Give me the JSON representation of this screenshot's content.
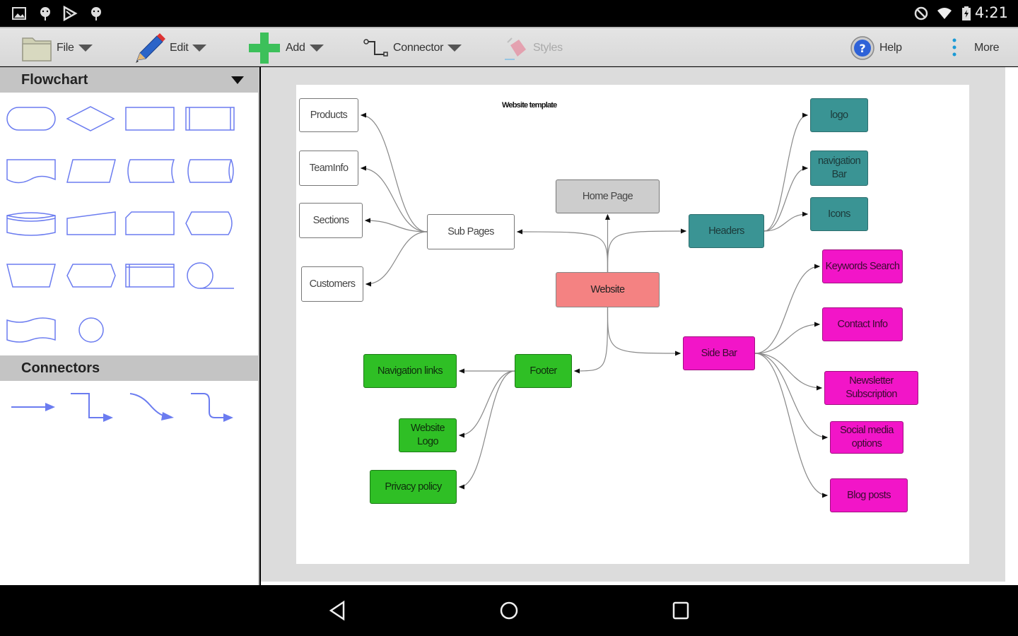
{
  "status_bar": {
    "left_icons": [
      "gallery-icon",
      "android-debug-icon",
      "play-store-icon",
      "android-debug-icon"
    ],
    "right_icons": [
      "do-not-disturb-icon",
      "wifi-icon",
      "battery-icon"
    ],
    "time": "4:21"
  },
  "toolbar": {
    "file": "File",
    "edit": "Edit",
    "add": "Add",
    "connector": "Connector",
    "styles": "Styles",
    "help": "Help",
    "more": "More"
  },
  "palette": {
    "flowchart_title": "Flowchart",
    "flowchart_shapes": [
      "terminator",
      "decision",
      "process",
      "predefined-process",
      "document",
      "data",
      "stored-data",
      "direct-access-storage",
      "disk",
      "manual-input",
      "card",
      "display",
      "manual-operation",
      "preparation",
      "internal-storage",
      "sequential-data",
      "punched-tape",
      "connector"
    ],
    "connectors_title": "Connectors",
    "connectors": [
      "straight-connector",
      "elbow-connector",
      "curved-connector",
      "rounded-elbow-connector"
    ]
  },
  "diagram": {
    "title": "Website template",
    "nodes": [
      {
        "id": "products",
        "label": "Products",
        "style": "white"
      },
      {
        "id": "teaminfo",
        "label": "TeamInfo",
        "style": "white"
      },
      {
        "id": "sections",
        "label": "Sections",
        "style": "white"
      },
      {
        "id": "customers",
        "label": "Customers",
        "style": "white"
      },
      {
        "id": "subpages",
        "label": "Sub Pages",
        "style": "white"
      },
      {
        "id": "homepage",
        "label": "Home Page",
        "style": "grey"
      },
      {
        "id": "website",
        "label": "Website",
        "style": "red"
      },
      {
        "id": "headers",
        "label": "Headers",
        "style": "teal"
      },
      {
        "id": "logo",
        "label": "logo",
        "style": "teal"
      },
      {
        "id": "navbar",
        "label": "navigation Bar",
        "style": "teal"
      },
      {
        "id": "icons",
        "label": "Icons",
        "style": "teal"
      },
      {
        "id": "sidebar",
        "label": "Side Bar",
        "style": "pink"
      },
      {
        "id": "keywords",
        "label": "Keywords Search",
        "style": "pink"
      },
      {
        "id": "contact",
        "label": "Contact Info",
        "style": "pink"
      },
      {
        "id": "newsletter",
        "label": "Newsletter Subscription",
        "style": "pink"
      },
      {
        "id": "social",
        "label": "Social media options",
        "style": "pink"
      },
      {
        "id": "blog",
        "label": "Blog posts",
        "style": "pink"
      },
      {
        "id": "footer",
        "label": "Footer",
        "style": "green"
      },
      {
        "id": "navlinks",
        "label": "Navigation links",
        "style": "green"
      },
      {
        "id": "weblogo",
        "label": "Website Logo",
        "style": "green"
      },
      {
        "id": "privacy",
        "label": "Privacy policy",
        "style": "green"
      }
    ],
    "edges": [
      [
        "website",
        "homepage"
      ],
      [
        "website",
        "subpages"
      ],
      [
        "website",
        "headers"
      ],
      [
        "website",
        "sidebar"
      ],
      [
        "website",
        "footer"
      ],
      [
        "subpages",
        "products"
      ],
      [
        "subpages",
        "teaminfo"
      ],
      [
        "subpages",
        "sections"
      ],
      [
        "subpages",
        "customers"
      ],
      [
        "headers",
        "logo"
      ],
      [
        "headers",
        "navbar"
      ],
      [
        "headers",
        "icons"
      ],
      [
        "sidebar",
        "keywords"
      ],
      [
        "sidebar",
        "contact"
      ],
      [
        "sidebar",
        "newsletter"
      ],
      [
        "sidebar",
        "social"
      ],
      [
        "sidebar",
        "blog"
      ],
      [
        "footer",
        "navlinks"
      ],
      [
        "footer",
        "weblogo"
      ],
      [
        "footer",
        "privacy"
      ]
    ]
  },
  "nav_bar": {
    "back": "back-icon",
    "home": "home-icon",
    "recents": "recents-icon"
  }
}
